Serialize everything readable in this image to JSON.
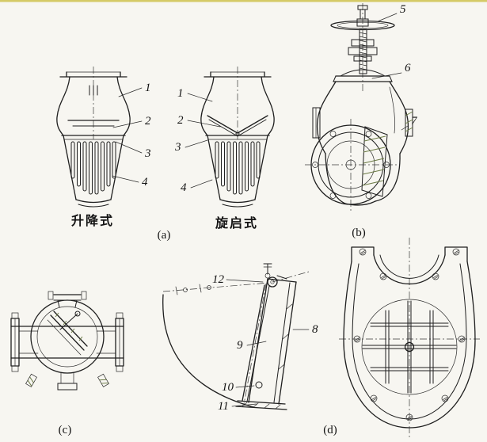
{
  "palette": {
    "paper": "#f7f6f1",
    "line": "#1f1f1f",
    "hatch_olive": "#6b7a45",
    "top_strip_yellow": "#cfc24e"
  },
  "captions": {
    "a": "(a)",
    "b": "(b)",
    "c": "(c)",
    "d": "(d)"
  },
  "type_labels": {
    "lift": "升降式",
    "swing": "旋启式"
  },
  "labels": {
    "n1": "1",
    "n2": "2",
    "n3": "3",
    "n4": "4",
    "n5": "5",
    "n6": "6",
    "n7": "7",
    "n8": "8",
    "n9": "9",
    "n10": "10",
    "n11": "11",
    "n12": "12"
  }
}
